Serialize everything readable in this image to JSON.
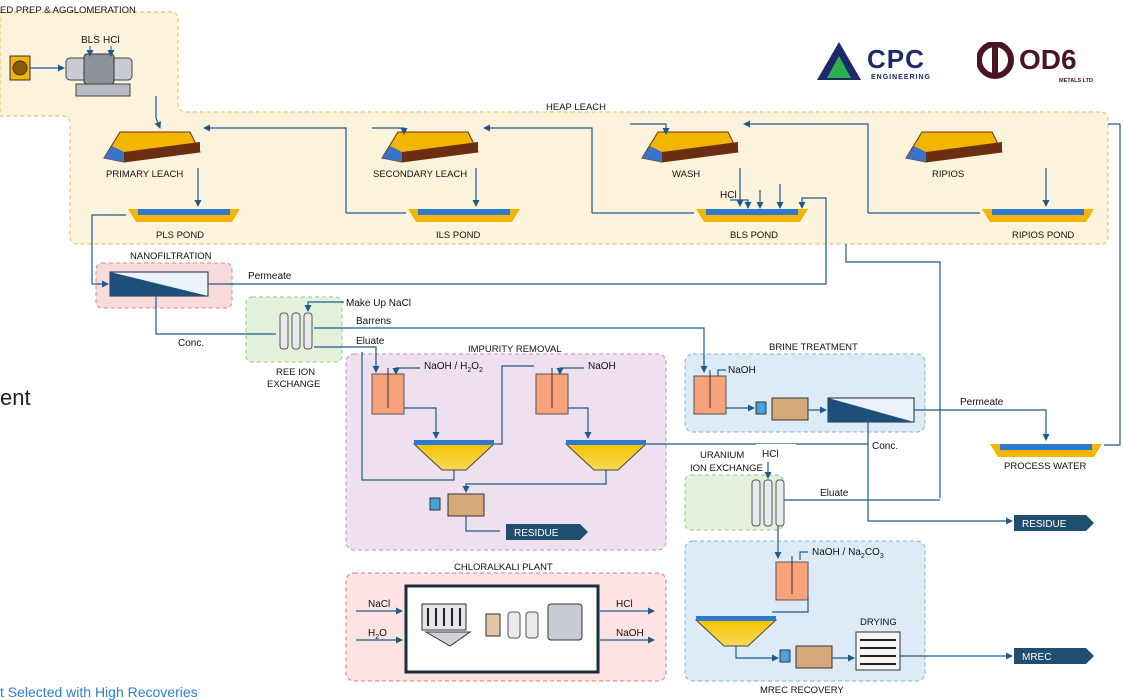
{
  "sections": {
    "feed_prep": "ED PREP & AGGLOMERATION",
    "heap_leach": "HEAP LEACH",
    "nanofiltration": "NANOFILTRATION",
    "impurity_removal": "IMPURITY REMOVAL",
    "brine_treatment": "BRINE TREATMENT",
    "chloralkali": "CHLORALKALI PLANT",
    "mrec_recovery": "MREC RECOVERY",
    "drying": "DRYING"
  },
  "equipment": {
    "primary_leach": "PRIMARY LEACH",
    "secondary_leach": "SECONDARY LEACH",
    "wash": "WASH",
    "ripios": "RIPIOS",
    "pls_pond": "PLS POND",
    "ils_pond": "ILS POND",
    "bls_pond": "BLS POND",
    "ripios_pond": "RIPIOS POND",
    "process_water": "PROCESS WATER",
    "ree_ix_1": "REE ION",
    "ree_ix_2": "EXCHANGE",
    "uranium_ix_1": "URANIUM",
    "uranium_ix_2": "ION EXCHANGE"
  },
  "streams": {
    "bls": "BLS",
    "hcl": "HCl",
    "hcl_bls_pond": "HCl",
    "hcl_uranium": "HCl",
    "permeate_nf": "Permeate",
    "conc_nf": "Conc.",
    "make_up_nacl": "Make Up NaCl",
    "barrens": "Barrens",
    "eluate_ree": "Eluate",
    "naoh_h2o2": "NaOH / H",
    "naoh_h2o2_mid": "O",
    "naoh_impurity_2": "NaOH",
    "naoh_brine": "NaOH",
    "permeate_brine": "Permeate",
    "conc_brine": "Conc.",
    "eluate_uranium": "Eluate",
    "naoh_na2co3": "NaOH / Na",
    "naoh_na2co3_tail": "CO",
    "nacl_in": "NaCl",
    "h2o_in": "H",
    "h2o_tail": "O",
    "hcl_out": "HCl",
    "naoh_out": "NaOH",
    "sub_2": "2",
    "sub_3": "3"
  },
  "products": {
    "residue_1": "RESIDUE",
    "residue_2": "RESIDUE",
    "mrec": "MREC"
  },
  "logos": {
    "cpc": "CPC",
    "cpc_sub": "ENGINEERING",
    "od6": "OD6",
    "od6_sub": "METALS LTD"
  },
  "side_text": "ent",
  "footer_link": "t Selected with High Recoveries",
  "colors": {
    "heap_fill": "#fcf3dc",
    "heap_border": "#e6c96e",
    "nf_fill": "#f8dcdc",
    "nf_border": "#d98a8a",
    "ree_fill": "#e2f0dc",
    "ree_border": "#9bc98a",
    "impurity_fill": "#eee0ee",
    "impurity_border": "#c48ec4",
    "brine_fill": "#dcebf5",
    "brine_border": "#7fb3d6",
    "chlor_fill": "#fde3e1",
    "chlor_border": "#e07a74",
    "flow_line": "#1f5a8c",
    "arrow_tag": "#1f4e6e",
    "heap_top": "#f2b600",
    "heap_side": "#6b2e12",
    "pond_water": "#2e78d0",
    "pond_rim": "#f4b400"
  }
}
